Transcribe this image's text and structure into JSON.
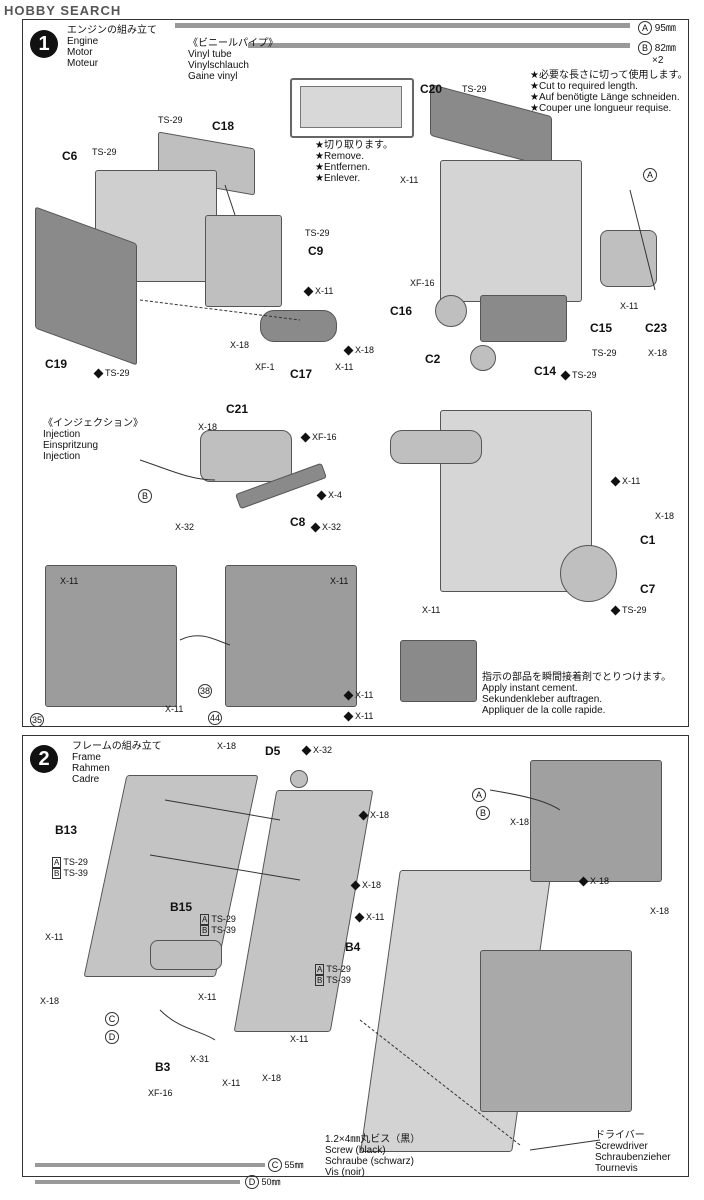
{
  "watermark": "HOBBY SEARCH",
  "tubes_top": [
    {
      "letter": "A",
      "length": "95㎜"
    },
    {
      "letter": "B",
      "length": "82㎜",
      "qty": "×2"
    }
  ],
  "step1": {
    "number": "1",
    "title_jp": "エンジンの組み立て",
    "title_en": "Engine",
    "title_de": "Motor",
    "title_fr": "Moteur",
    "vinyl": {
      "jp": "《ビニールパイプ》",
      "en": "Vinyl tube",
      "de": "Vinylschlauch",
      "fr": "Gaine vinyl"
    },
    "remove": {
      "jp": "★切り取ります。",
      "en": "★Remove.",
      "de": "★Entfernen.",
      "fr": "★Enlever."
    },
    "cut": {
      "jp": "★必要な長さに切って使用します。",
      "en": "★Cut to required length.",
      "de": "★Auf benötigte Länge schneiden.",
      "fr": "★Couper une longueur requise."
    },
    "injection": {
      "jp": "《インジェクション》",
      "en": "Injection",
      "de": "Einspritzung",
      "fr": "Injection"
    },
    "cement": {
      "jp": "指示の部品を瞬間接着剤でとりつけます。",
      "en": "Apply instant cement.",
      "de": "Sekundenkleber auftragen.",
      "fr": "Appliquer de la colle rapide."
    },
    "parts": [
      "C18",
      "C6",
      "C9",
      "C19",
      "C17",
      "C20",
      "C16",
      "C2",
      "C15",
      "C23",
      "C14",
      "C21",
      "C8",
      "C1",
      "C7",
      "A",
      "B"
    ],
    "screws": [
      "TS-29",
      "TS-29",
      "TS-29",
      "TS-29",
      "X-11",
      "X-18",
      "XF-1",
      "X-11",
      "X-18",
      "TS-29",
      "X-11",
      "XF-16",
      "X-11",
      "TS-29",
      "X-18",
      "TS-29",
      "X-18",
      "XF-16",
      "X-4",
      "X-32",
      "X-32",
      "X-11",
      "X-18",
      "TS-29",
      "X-11",
      "X-11",
      "X-11",
      "X-11",
      "X-11",
      "X-11"
    ],
    "refs": [
      "35",
      "38",
      "44"
    ]
  },
  "step2": {
    "number": "2",
    "title_jp": "フレームの組み立て",
    "title_en": "Frame",
    "title_de": "Rahmen",
    "title_fr": "Cadre",
    "parts": [
      "D5",
      "B13",
      "B15",
      "B4",
      "B3",
      "C",
      "D"
    ],
    "screws": [
      "X-18",
      "X-32",
      "X-18",
      "X-18",
      "X-11",
      "X-11",
      "X-18",
      "X-11",
      "X-31",
      "XF-16",
      "X-11",
      "X-18",
      "X-11",
      "X-18",
      "X-18",
      "X-18"
    ],
    "paint_b13": [
      "TS-29",
      "TS-39"
    ],
    "paint_b15": [
      "TS-29",
      "TS-39"
    ],
    "paint_b4": [
      "TS-29",
      "TS-39"
    ],
    "circles": [
      "A",
      "B"
    ],
    "screw_note": {
      "jp": "1.2×4㎜丸ビス（黒）",
      "en": "Screw (black)",
      "de": "Schraube (schwarz)",
      "fr": "Vis (noir)"
    },
    "driver": {
      "jp": "ドライバー",
      "en": "Screwdriver",
      "de": "Schraubenzieher",
      "fr": "Tournevis"
    },
    "tubes_bottom": [
      {
        "letter": "C",
        "length": "55㎜"
      },
      {
        "letter": "D",
        "length": "50㎜"
      }
    ]
  }
}
